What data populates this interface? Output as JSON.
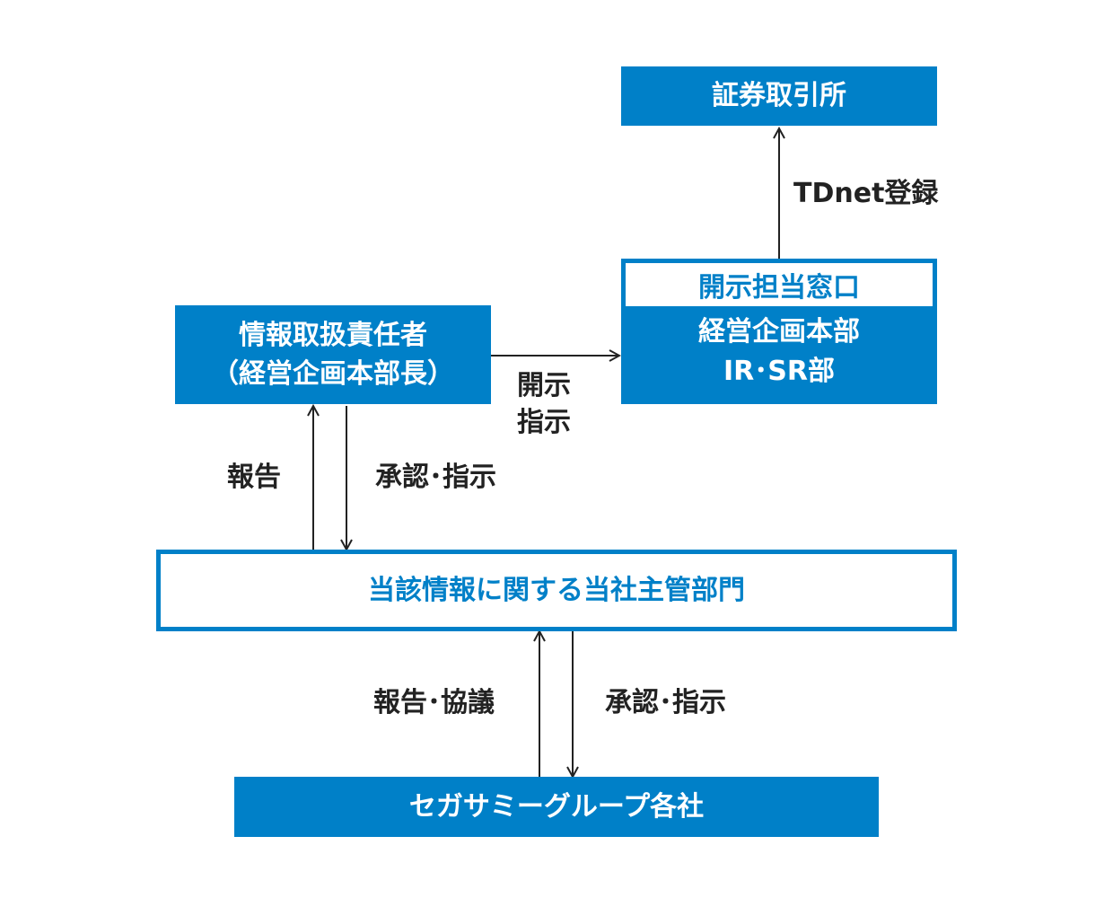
{
  "nodes": {
    "exchange": "証券取引所",
    "disclosure_window_title": "開示担当窓口",
    "disclosure_dept_line1": "経営企画本部",
    "disclosure_dept_line2": "IR･SR部",
    "officer_line1": "情報取扱責任者",
    "officer_line2": "（経営企画本部長）",
    "responsible_dept": "当該情報に関する当社主管部門",
    "group_companies": "セガサミーグループ各社"
  },
  "edges": {
    "tdnet": "TDnet登録",
    "disclose_line1": "開示",
    "disclose_line2": "指示",
    "report": "報告",
    "approve_instruct_1": "承認･指示",
    "report_consult": "報告･協議",
    "approve_instruct_2": "承認･指示"
  },
  "colors": {
    "brand_blue": "#0080c8",
    "text_dark": "#222222"
  }
}
